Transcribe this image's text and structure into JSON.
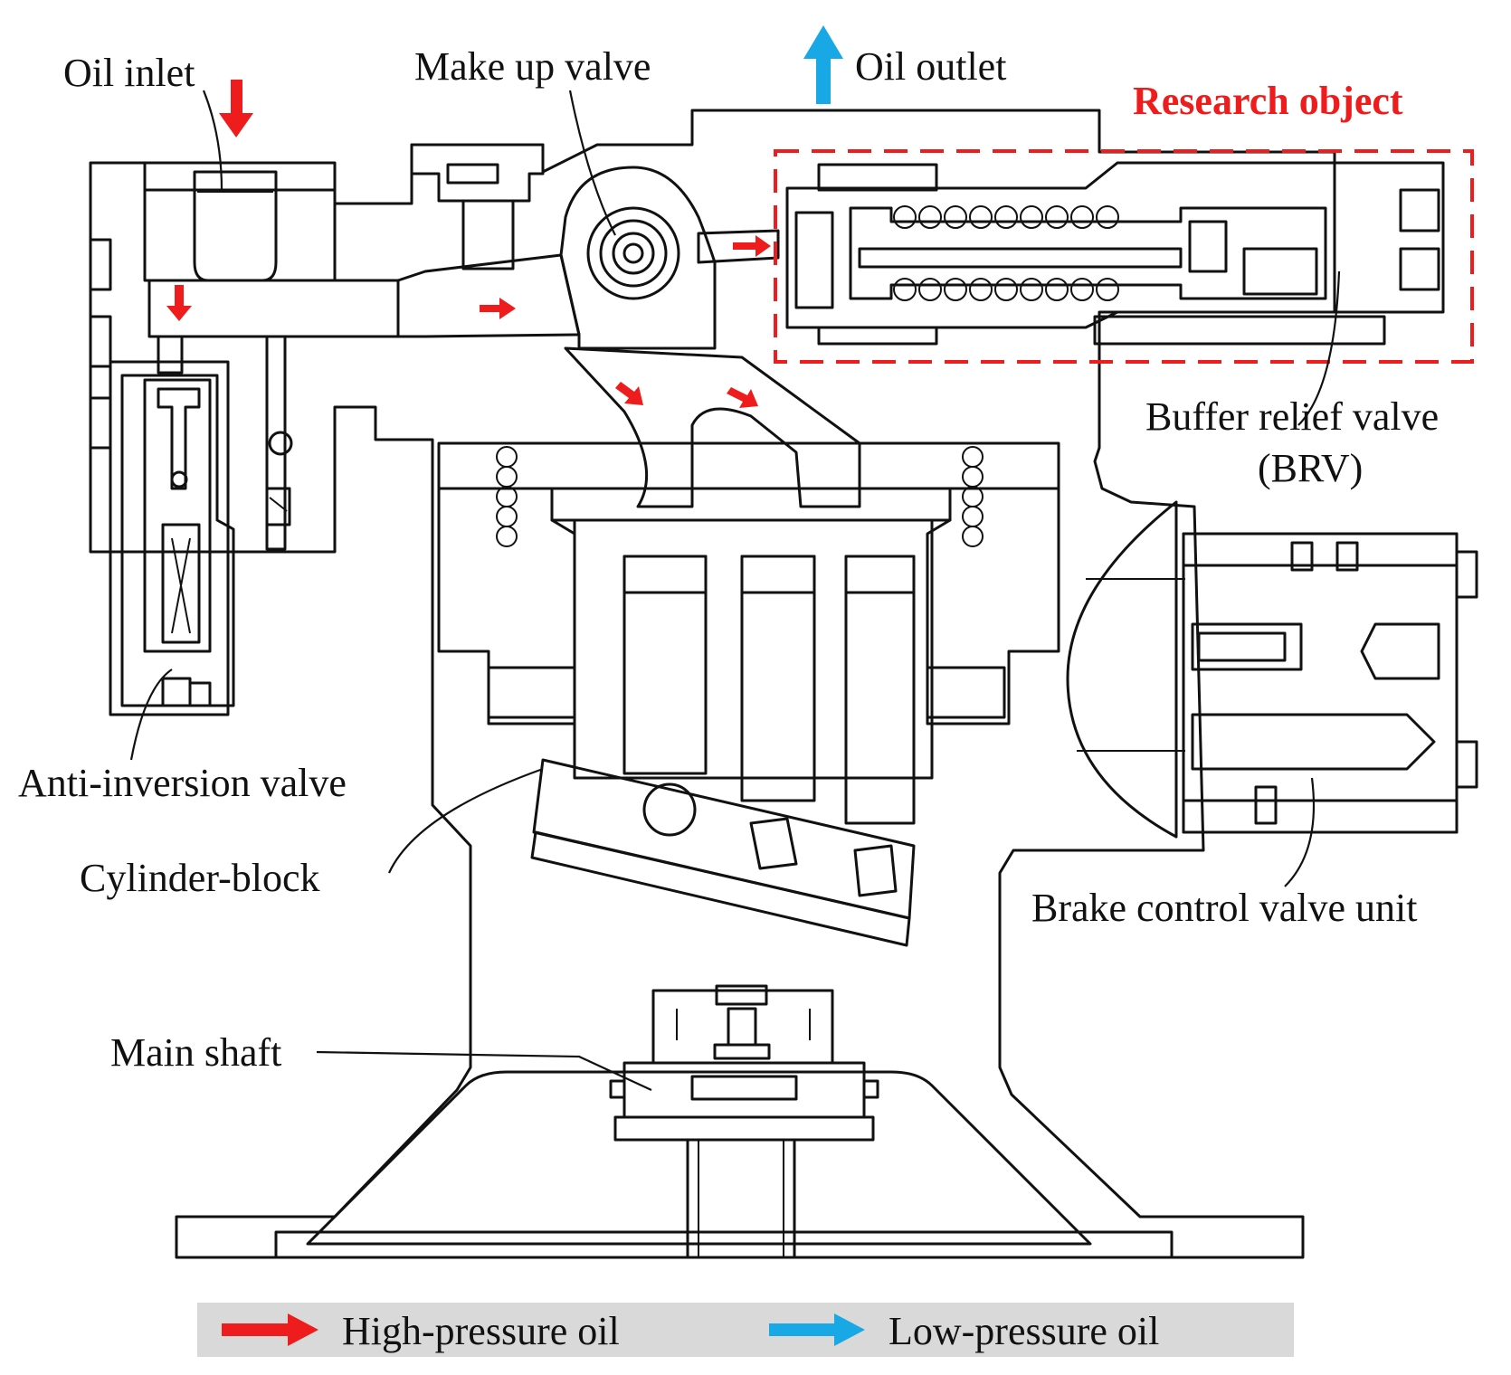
{
  "labels": {
    "oil_inlet": "Oil inlet",
    "make_up_valve": "Make up valve",
    "oil_outlet": "Oil outlet",
    "research_object": "Research object",
    "buffer_relief_valve_line1": "Buffer relief valve",
    "buffer_relief_valve_line2": "(BRV)",
    "anti_inversion_valve": "Anti-inversion valve",
    "cylinder_block": "Cylinder-block",
    "brake_control_valve_unit": "Brake control valve unit",
    "main_shaft": "Main shaft"
  },
  "legend": {
    "high_pressure": "High-pressure oil",
    "low_pressure": "Low-pressure oil"
  },
  "colors": {
    "housing": "#ececec",
    "blue_part": "#b8c4e8",
    "cream_part": "#f7ecd0",
    "high_pressure_arrow": "#ee1c1c",
    "low_pressure_arrow": "#18a8e6",
    "research_box": "#ee1c1c",
    "legend_bg": "#d9d9d9"
  }
}
